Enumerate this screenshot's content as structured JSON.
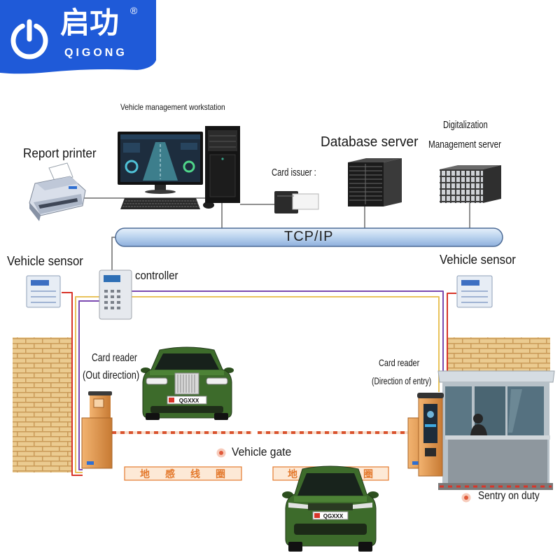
{
  "logo": {
    "chinese": "启功",
    "latin": "QIGONG",
    "registered": "®"
  },
  "labels": {
    "workstation": "Vehicle management workstation",
    "report_printer": "Report printer",
    "card_issuer": "Card issuer :",
    "database_server": "Database server",
    "digitalization_line1": "Digitalization",
    "digitalization_line2": "Management server",
    "network": "TCP/IP",
    "sensor_left": "Vehicle sensor",
    "controller": "controller",
    "sensor_right": "Vehicle sensor",
    "reader_out_line1": "Card reader",
    "reader_out_line2": "(Out direction)",
    "reader_in_line1": "Card reader",
    "reader_in_line2": "(Direction of entry)",
    "vehicle_gate": "Vehicle gate",
    "ground_loop_left": "地感线圈",
    "ground_loop_right": "地感线圈",
    "sentry": "Sentry on duty"
  },
  "plates": {
    "top_car": "QGXXX",
    "bottom_car": "QGXXX"
  },
  "colors": {
    "brand": "#1f5ad8",
    "wire_red": "#d8352a",
    "wire_yellow": "#e9c35c",
    "wire_purple": "#7b4ab0",
    "car_green": "#3d6b2b",
    "ground_loop": "#e47a2e"
  }
}
